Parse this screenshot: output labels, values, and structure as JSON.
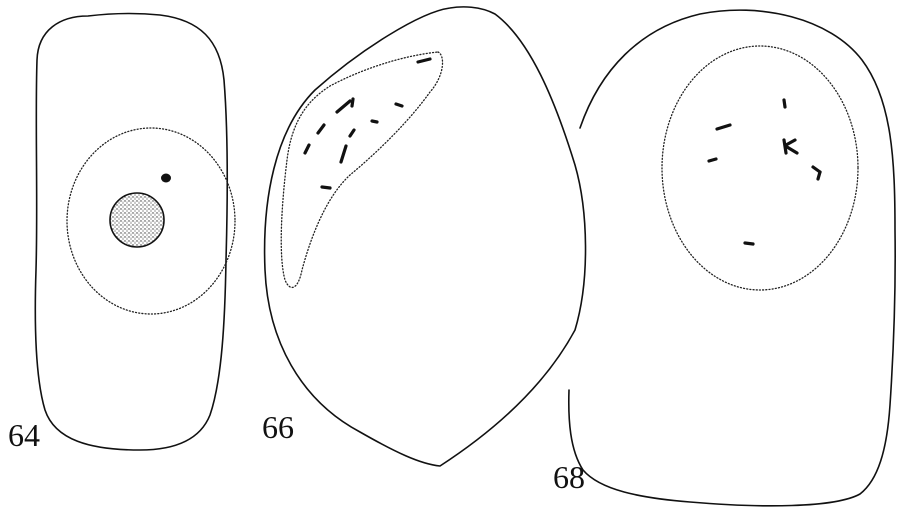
{
  "figures": [
    {
      "label": "64"
    },
    {
      "label": "66"
    },
    {
      "label": "68"
    }
  ],
  "colors": {
    "ink": "#111111",
    "background": "#ffffff",
    "stipple": "#555555"
  }
}
